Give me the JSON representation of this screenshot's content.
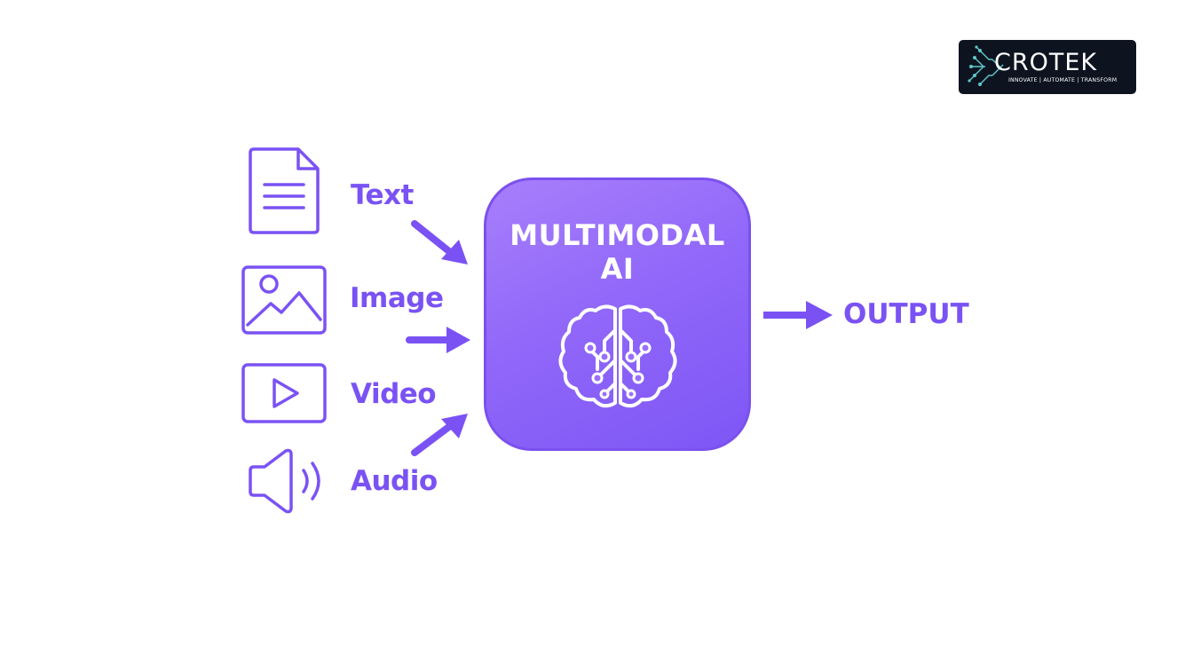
{
  "logo": {
    "name": "CROTEK",
    "tagline": "INNOVATE | AUTOMATE | TRANSFORM"
  },
  "inputs": [
    {
      "label": "Text",
      "icon": "document-icon"
    },
    {
      "label": "Image",
      "icon": "image-icon"
    },
    {
      "label": "Video",
      "icon": "video-play-icon"
    },
    {
      "label": "Audio",
      "icon": "speaker-icon"
    }
  ],
  "center": {
    "title_line1": "MULTIMODAL",
    "title_line2": "AI",
    "icon": "brain-circuit-icon"
  },
  "output": {
    "label": "OUTPUT"
  },
  "colors": {
    "accent": "#7a52f4",
    "box_gradient_start": "#a77ffb",
    "box_gradient_end": "#7e56f5",
    "logo_background": "#0d1420",
    "logo_circuit": "#5fc7c9"
  }
}
